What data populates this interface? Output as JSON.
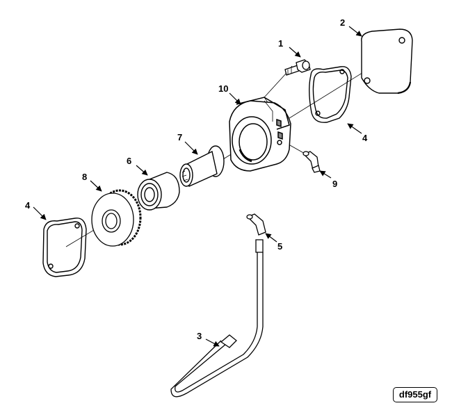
{
  "figure": {
    "code": "df955gf"
  },
  "callouts": {
    "c1": "1",
    "c2": "2",
    "c3": "3",
    "c4_right": "4",
    "c4_left": "4",
    "c5": "5",
    "c6": "6",
    "c7": "7",
    "c8": "8",
    "c9": "9",
    "c10": "10"
  }
}
